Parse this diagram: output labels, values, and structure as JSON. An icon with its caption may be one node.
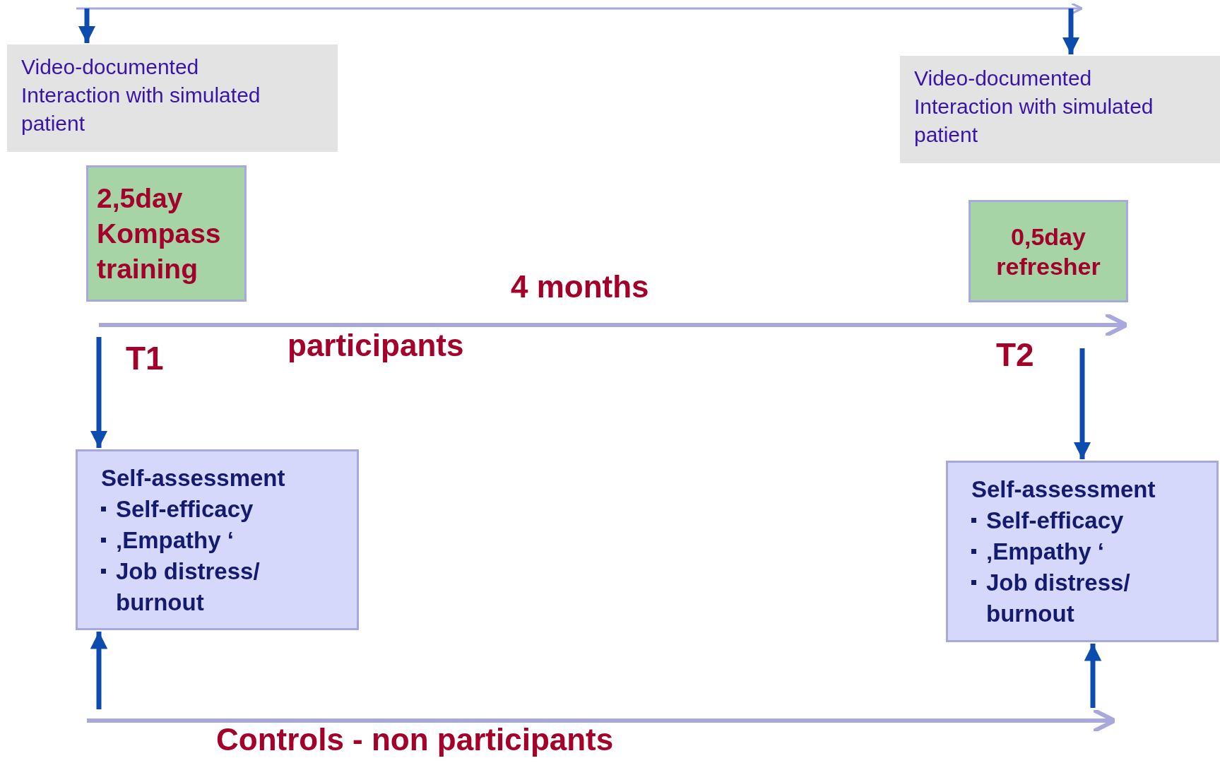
{
  "diagram": {
    "nodes": [
      {
        "text": [
          "Video-documented Interaction with simulated patient"
        ]
      },
      {
        "text": [
          "Video-documented Interaction with simulated patient"
        ]
      },
      {
        "text": [
          "2,5day Kompass training"
        ]
      },
      {
        "text": [
          "0,5day refresher"
        ]
      },
      {
        "text": [
          "Self-assessment",
          "Self-efficacy",
          "‚Empathy ‘",
          "Job distress/ burnout"
        ]
      },
      {
        "text": [
          "Self-assessment",
          "Self-efficacy",
          "‚Empathy ‘",
          "Job distress/ burnout"
        ]
      }
    ],
    "edges": [
      {
        "from": null,
        "to": 0,
        "arrow": "to"
      },
      {
        "from": null,
        "to": 1,
        "arrow": "to"
      },
      {
        "from": null,
        "to": 4,
        "arrow": "to"
      },
      {
        "from": null,
        "to": 5,
        "arrow": "to"
      },
      {
        "from": null,
        "to": 4,
        "arrow": "to"
      },
      {
        "from": null,
        "to": 5,
        "arrow": "to"
      }
    ],
    "labels": [
      "4 months",
      "participants",
      "T1",
      "T2",
      "Controls - non participants"
    ]
  }
}
